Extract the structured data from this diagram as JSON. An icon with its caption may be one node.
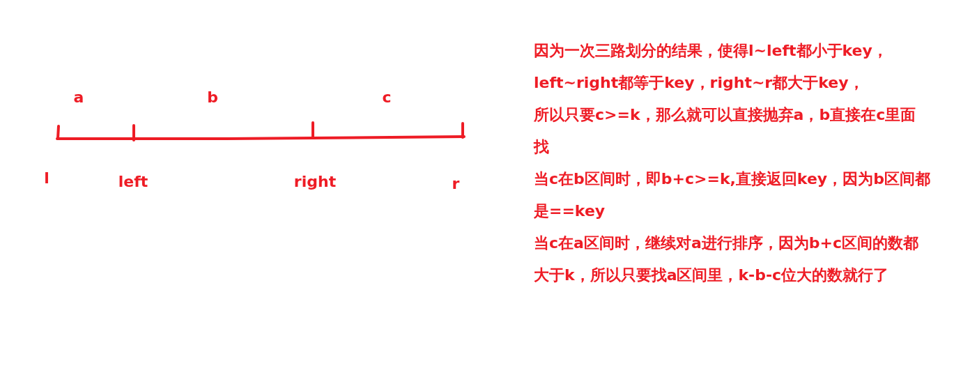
{
  "diagram": {
    "labels": [
      "a",
      "b",
      "c",
      "l",
      "left",
      "right",
      "r",
      "因为一次三路划分的结果，使得l~left都小于key，left~right都等于key，right~r都大于key，",
      "所以只要c>=k，那么就可以直接抛弃a，b直接在c里面找",
      "当c在b区间时，即b+c>=k,直接返回key，因为b区间都是==key",
      "当c在a区间时，继续对a进行排序，因为b+c区间的数都大于k，所以只要找a区间里，k-b-c位大的数就行了"
    ]
  }
}
